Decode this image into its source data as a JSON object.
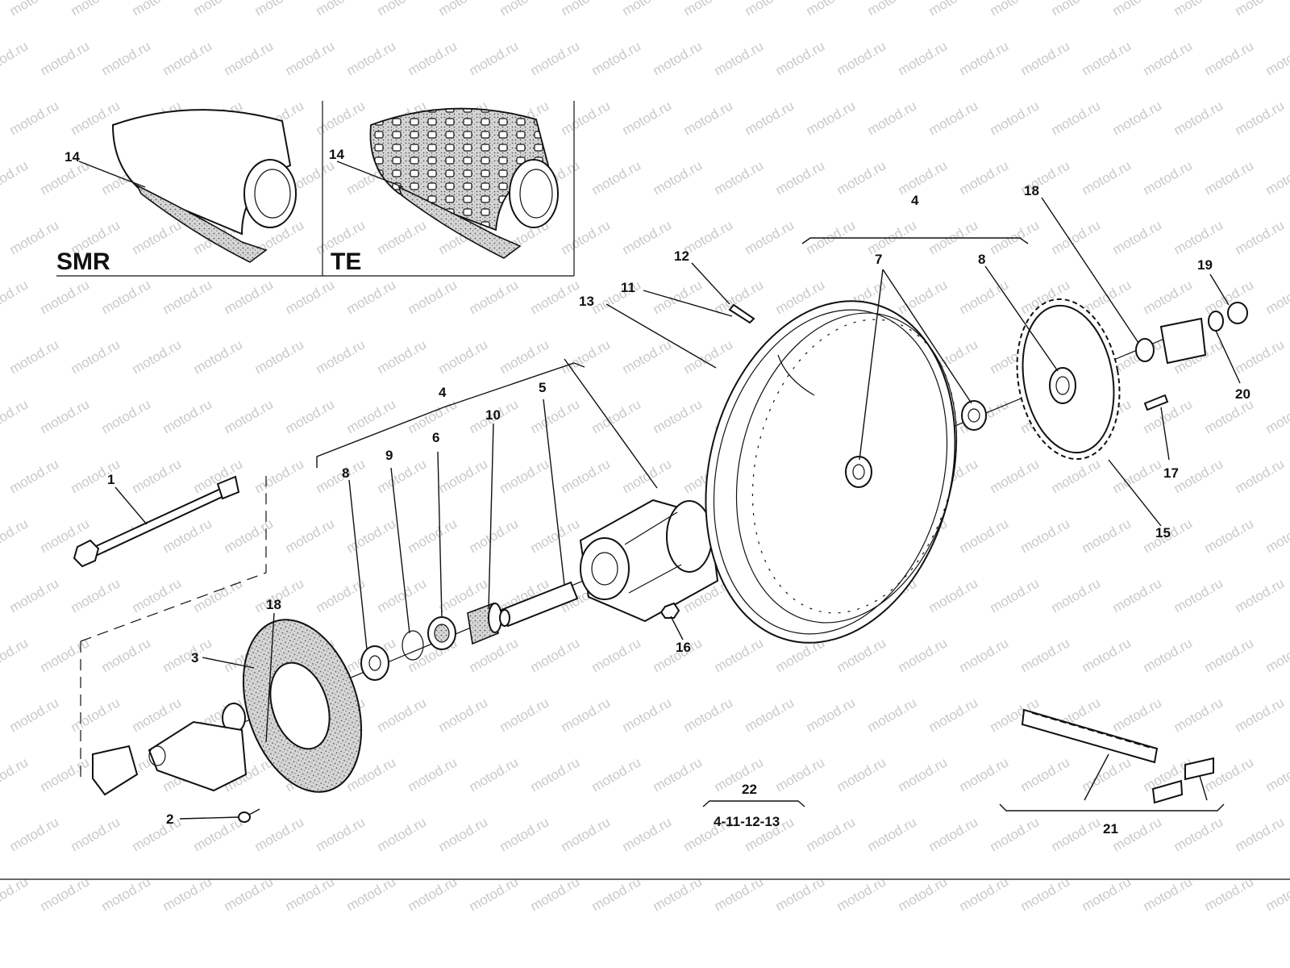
{
  "watermark": {
    "text": "motod.ru",
    "color": "#c9c9c9"
  },
  "variants": {
    "left": "SMR",
    "right": "TE"
  },
  "callouts": {
    "c1": "1",
    "c2": "2",
    "c3": "3",
    "c4a": "4",
    "c4b": "4",
    "c5": "5",
    "c6": "6",
    "c7": "7",
    "c8a": "8",
    "c8b": "8",
    "c9": "9",
    "c10": "10",
    "c11": "11",
    "c12": "12",
    "c13": "13",
    "c14a": "14",
    "c14b": "14",
    "c15": "15",
    "c16": "16",
    "c17": "17",
    "c18a": "18",
    "c18b": "18",
    "c19": "19",
    "c20": "20",
    "c21": "21",
    "c22": "22"
  },
  "kit_note": "4-11-12-13",
  "colors": {
    "ink": "#111111",
    "paper": "#ffffff",
    "tire_texture": "#777777"
  }
}
